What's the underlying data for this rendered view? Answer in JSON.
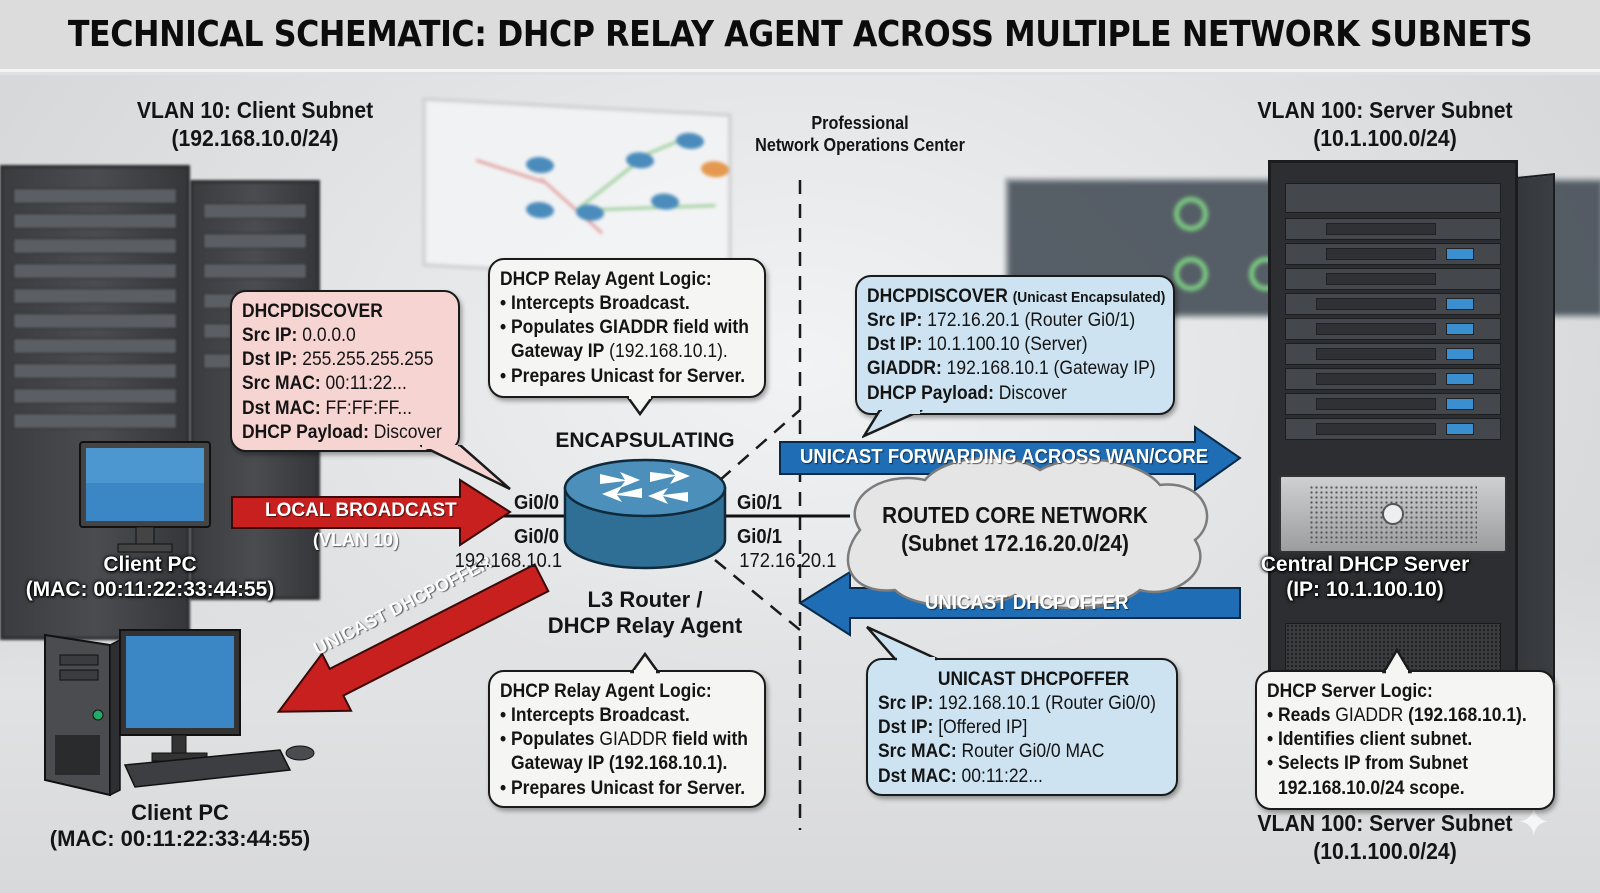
{
  "header": {
    "title": "TECHNICAL SCHEMATIC: DHCP RELAY AGENT ACROSS MULTIPLE NETWORK SUBNETS"
  },
  "labels": {
    "vlan10_title": "VLAN 10: Client Subnet",
    "vlan10_subnet": "(192.168.10.0/24)",
    "noc_line1": "Professional",
    "noc_line2": "Network Operations Center",
    "vlan100_title": "VLAN 100: Server Subnet",
    "vlan100_subnet": "(10.1.100.0/24)",
    "vlan100_bottom_title": "VLAN 100: Server Subnet",
    "vlan100_bottom_subnet": "(10.1.100.0/24)",
    "encapsulating": "ENCAPSULATING",
    "router_line1": "L3 Router /",
    "router_line2": "DHCP Relay Agent",
    "server_line1": "Central DHCP Server",
    "server_line2": "(IP: 10.1.100.10)"
  },
  "clients": [
    {
      "name": "Client PC",
      "mac": "(MAC: 00:11:22:33:44:55)"
    },
    {
      "name": "Client PC",
      "mac": "(MAC: 00:11:22:33:44:55)"
    }
  ],
  "router": {
    "left_iface_top": "Gi0/0",
    "left_iface_bottom": "Gi0/0",
    "left_ip": "192.168.10.1",
    "right_iface_top": "Gi0/1",
    "right_iface_bottom": "Gi0/1",
    "right_ip": "172.16.20.1"
  },
  "core_network": {
    "line1": "ROUTED CORE NETWORK",
    "line2": "(Subnet 172.16.20.0/24)"
  },
  "arrows": {
    "local_broadcast": "LOCAL BROADCAST",
    "local_broadcast_sub": "(VLAN 10)",
    "unicast_forwarding": "UNICAST FORWARDING ACROSS WAN/CORE",
    "unicast_offer_right": "UNICAST DHCPOFFER",
    "unicast_offer_left": "UNICAST DHCPOFFER",
    "color_red": "#c8201e",
    "color_blue": "#1f6db5"
  },
  "callouts": {
    "discover_client": {
      "title": "DHCPDISCOVER",
      "fields": [
        {
          "key": "Src IP:",
          "value": "0.0.0.0"
        },
        {
          "key": "Dst IP:",
          "value": "255.255.255.255"
        },
        {
          "key": "Src MAC:",
          "value": "00:11:22..."
        },
        {
          "key": "Dst MAC:",
          "value": "FF:FF:FF..."
        },
        {
          "key": "DHCP Payload:",
          "value": "Discover"
        }
      ]
    },
    "relay_logic_top": {
      "title": "DHCP Relay Agent Logic:",
      "bullets": [
        "Intercepts Broadcast.",
        "Populates GIADDR field with",
        "Prepares Unicast for Server."
      ],
      "gateway_key": "Gateway IP",
      "gateway_value": "(192.168.10.1)."
    },
    "discover_encap": {
      "title": "DHCPDISCOVER",
      "subtitle": "(Unicast Encapsulated)",
      "fields": [
        {
          "key": "Src IP:",
          "value": "172.16.20.1 (Router Gi0/1)"
        },
        {
          "key": "Dst IP:",
          "value": "10.1.100.10 (Server)"
        },
        {
          "key": "GIADDR:",
          "value": "192.168.10.1 (Gateway IP)"
        },
        {
          "key": "DHCP Payload:",
          "value": "Discover"
        }
      ]
    },
    "relay_logic_bottom": {
      "title": "DHCP Relay Agent Logic:",
      "bullet1": "Intercepts Broadcast.",
      "bullet2_pre": "Populates",
      "bullet2_mid": "GIADDR",
      "bullet2_post": "field with",
      "bullet2_cont": "Gateway IP (192.168.10.1).",
      "bullet3": "Prepares Unicast for Server."
    },
    "offer": {
      "title": "UNICAST DHCPOFFER",
      "fields": [
        {
          "key": "Src IP:",
          "value": "192.168.10.1 (Router Gi0/0)"
        },
        {
          "key": "Dst IP:",
          "value": "[Offered IP]"
        },
        {
          "key": "Src MAC:",
          "value": "Router Gi0/0 MAC"
        },
        {
          "key": "Dst MAC:",
          "value": "00:11:22..."
        }
      ]
    },
    "server_logic": {
      "title": "DHCP Server Logic:",
      "bullet1_pre": "Reads",
      "bullet1_mid": "GIADDR",
      "bullet1_post": "(192.168.10.1).",
      "bullet2": "Identifies client subnet.",
      "bullet3": "Selects IP from Subnet",
      "bullet3_cont": "192.168.10.0/24 scope."
    }
  },
  "bullet_char": "•"
}
